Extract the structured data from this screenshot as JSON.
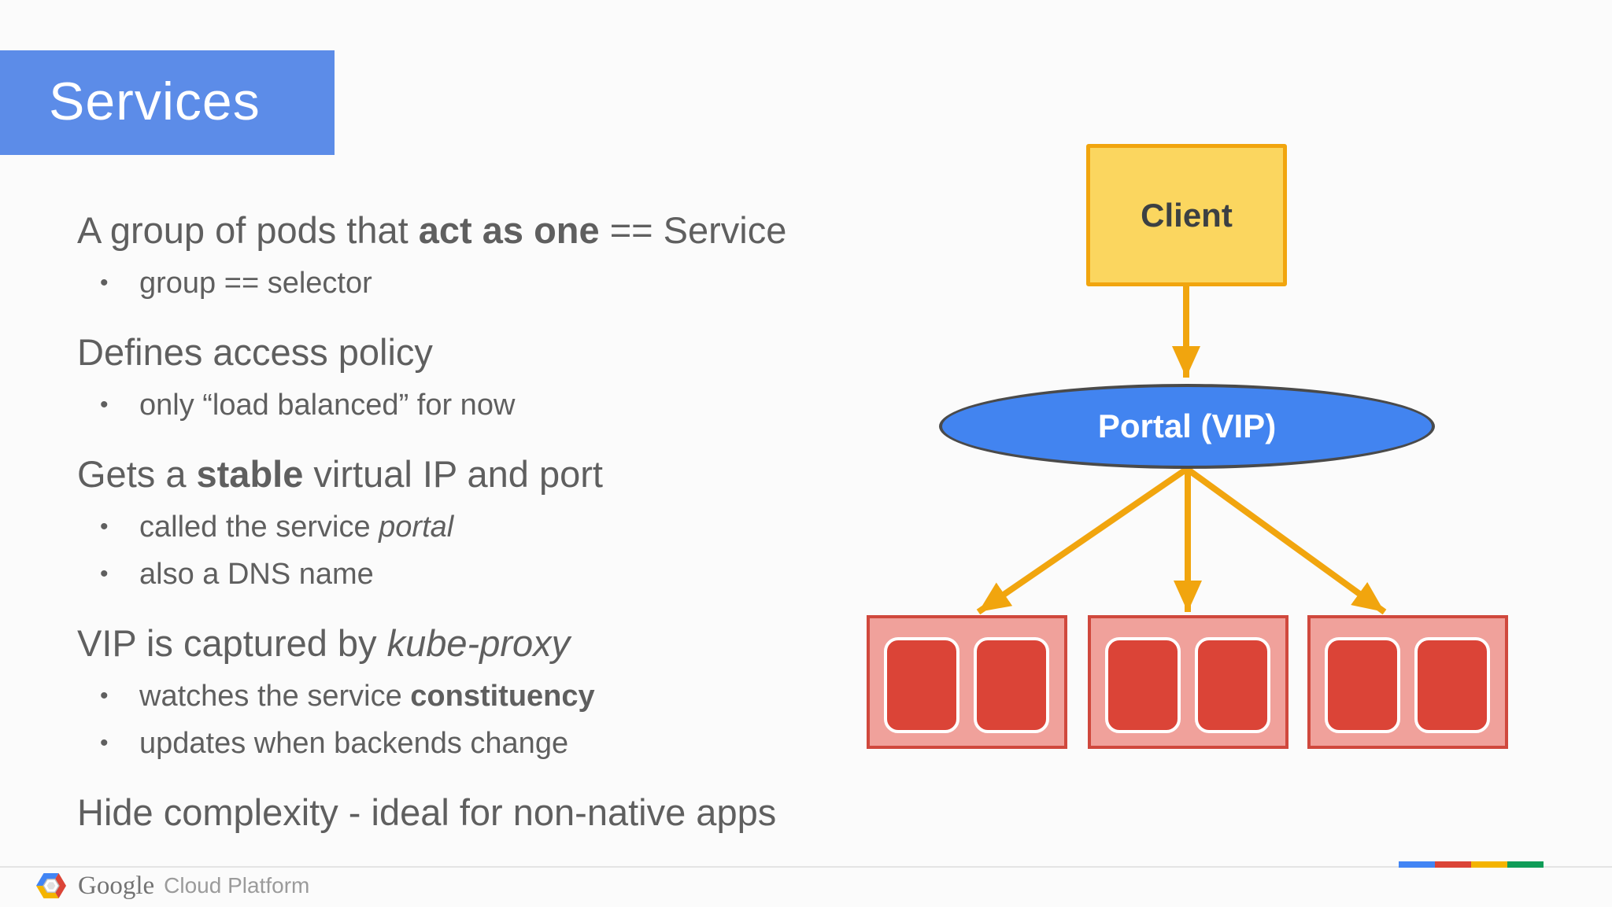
{
  "slide": {
    "title": "Services"
  },
  "content": {
    "groups": [
      {
        "heading": {
          "parts": [
            {
              "text": "A group of pods that "
            },
            {
              "text": "act as one",
              "style": "bold"
            },
            {
              "text": " == Service"
            }
          ]
        },
        "subs": [
          {
            "parts": [
              {
                "text": "group == selector"
              }
            ]
          }
        ]
      },
      {
        "heading": {
          "parts": [
            {
              "text": "Defines access policy"
            }
          ]
        },
        "subs": [
          {
            "parts": [
              {
                "text": "only “load balanced” for now"
              }
            ]
          }
        ]
      },
      {
        "heading": {
          "parts": [
            {
              "text": "Gets a "
            },
            {
              "text": "stable",
              "style": "bold"
            },
            {
              "text": " virtual IP and port"
            }
          ]
        },
        "subs": [
          {
            "parts": [
              {
                "text": "called the service "
              },
              {
                "text": "portal",
                "style": "italic"
              }
            ]
          },
          {
            "parts": [
              {
                "text": "also a DNS name"
              }
            ]
          }
        ]
      },
      {
        "heading": {
          "parts": [
            {
              "text": "VIP is captured by "
            },
            {
              "text": "kube-proxy",
              "style": "italic"
            }
          ]
        },
        "subs": [
          {
            "parts": [
              {
                "text": "watches the service "
              },
              {
                "text": "constituency",
                "style": "bold"
              }
            ]
          },
          {
            "parts": [
              {
                "text": "updates when backends change"
              }
            ]
          }
        ]
      },
      {
        "heading": {
          "parts": [
            {
              "text": "Hide complexity - ideal for non-native apps"
            }
          ]
        },
        "subs": []
      }
    ]
  },
  "diagram": {
    "client_label": "Client",
    "portal_label": "Portal (VIP)",
    "hosts": [
      {
        "pod_count": 2
      },
      {
        "pod_count": 2
      },
      {
        "pod_count": 2
      }
    ]
  },
  "footer": {
    "logo_brand": "Google",
    "logo_product": "Cloud Platform"
  },
  "colors": {
    "title_bg": "#5C8CE8",
    "body_text": "#5F5F5F",
    "arrow": "#F1A50E",
    "client_fill": "#FBD65F",
    "client_border": "#F1A50E",
    "portal_fill": "#4284F0",
    "portal_border": "#4A4A4A",
    "host_fill": "#F0A19B",
    "host_border": "#D0483D",
    "pod_fill": "#DB4437",
    "google_bar": [
      "#4285F4",
      "#DB4437",
      "#F4B400",
      "#0F9D58"
    ]
  }
}
